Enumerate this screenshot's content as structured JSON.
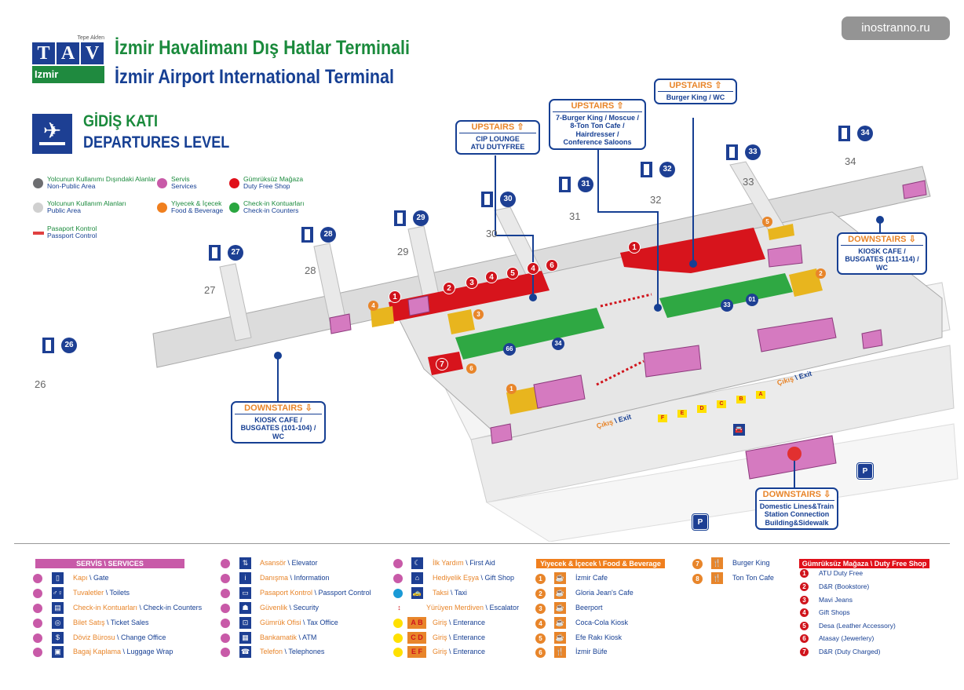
{
  "header": {
    "logo_brand": "TAV",
    "logo_city": "Izmir",
    "logo_tagline": "Tepe Akfen",
    "title_tr": "İzmir Havalimanı Dış Hatlar Terminali",
    "title_en": "İzmir Airport International Terminal",
    "level_tr": "GİDİŞ KATI",
    "level_en": "DEPARTURES LEVEL",
    "level_icon": "departing-plane-icon"
  },
  "watermark": "inostranno.ru",
  "area_legend": [
    {
      "tr": "Yolcunun Kullanımı Dışındaki Alanlar",
      "en": "Non-Public Area",
      "color": "#6d6e71"
    },
    {
      "tr": "Servis",
      "en": "Services",
      "color": "#c85aa8"
    },
    {
      "tr": "Gümrüksüz Mağaza",
      "en": "Duty Free Shop",
      "color": "#e0101a"
    },
    {
      "tr": "Yolcunun Kullanım Alanları",
      "en": "Public Area",
      "color": "#d0d0d0"
    },
    {
      "tr": "Yiyecek & İçecek",
      "en": "Food & Beverage",
      "color": "#f07f1e"
    },
    {
      "tr": "Check-in Kontuarları",
      "en": "Check-in Counters",
      "color": "#2aa640"
    },
    {
      "tr": "Pasaport Kontrol",
      "en": "Passport Control",
      "color": "#e04040"
    }
  ],
  "gates": [
    "26",
    "27",
    "28",
    "29",
    "30",
    "31",
    "32",
    "33",
    "34"
  ],
  "floor_numbers": [
    "26",
    "27",
    "28",
    "29",
    "30",
    "31",
    "32",
    "33",
    "34"
  ],
  "duty_free_markers": [
    "1",
    "2",
    "3",
    "4",
    "5",
    "4",
    "6",
    "1",
    "7"
  ],
  "fb_markers": [
    "4",
    "3",
    "5",
    "2",
    "1",
    "6"
  ],
  "counter_labels": [
    "66",
    "34",
    "33",
    "01"
  ],
  "callouts": [
    {
      "head": "UPSTAIRS",
      "lines": [
        "CIP LOUNGE",
        "ATU DUTYFREE"
      ]
    },
    {
      "head": "UPSTAIRS",
      "lines": [
        "7-Burger King / Moscue /",
        "8-Ton Ton Cafe / Hairdresser /",
        "Conference Saloons"
      ]
    },
    {
      "head": "UPSTAIRS",
      "lines": [
        "Burger King / WC"
      ]
    },
    {
      "head": "DOWNSTAIRS",
      "lines": [
        "KIOSK CAFE /",
        "BUSGATES (101-104) / WC"
      ]
    },
    {
      "head": "DOWNSTAIRS",
      "lines": [
        "KIOSK CAFE /",
        "BUSGATES (111-114) / WC"
      ]
    },
    {
      "head": "DOWNSTAIRS",
      "lines": [
        "Domestic Lines&Train",
        "Station Connection",
        "Building&Sidewalk"
      ]
    }
  ],
  "exits": [
    {
      "tr": "Çıkış",
      "en": "\\ Exit"
    },
    {
      "tr": "Çıkış",
      "en": "\\ Exit"
    }
  ],
  "entrance_letters": [
    "F",
    "E",
    "D",
    "C",
    "B",
    "A"
  ],
  "parking": [
    "P",
    "P"
  ],
  "services": {
    "header": "SERVİS \\ SERVICES",
    "items": [
      {
        "icon": "gate-icon",
        "glyph": "▯",
        "tr": "Kapı",
        "en": " \\ Gate",
        "dot": "#c85aa8"
      },
      {
        "icon": "toilets-icon",
        "glyph": "♂♀",
        "tr": "Tuvaletler",
        "en": " \\ Toilets",
        "dot": "#c85aa8"
      },
      {
        "icon": "check-in-icon",
        "glyph": "▤",
        "tr": "Check-in Kontuarları",
        "en": " \\ Check-in Counters",
        "dot": "#c85aa8"
      },
      {
        "icon": "ticket-icon",
        "glyph": "◎",
        "tr": "Bilet Satış",
        "en": " \\ Ticket Sales",
        "dot": "#c85aa8"
      },
      {
        "icon": "dollar-icon",
        "glyph": "$",
        "tr": "Döviz Bürosu",
        "en": " \\ Change Office",
        "dot": "#c85aa8"
      },
      {
        "icon": "luggage-icon",
        "glyph": "▣",
        "tr": "Bagaj Kaplama",
        "en": " \\ Luggage Wrap",
        "dot": "#c85aa8"
      },
      {
        "icon": "elevator-icon",
        "glyph": "⇅",
        "tr": "Asansör",
        "en": " \\ Elevator",
        "dot": "#c85aa8"
      },
      {
        "icon": "information-icon",
        "glyph": "i",
        "tr": "Danışma",
        "en": " \\ Information",
        "dot": "#c85aa8"
      },
      {
        "icon": "passport-icon",
        "glyph": "▭",
        "tr": "Pasaport Kontrol",
        "en": " \\ Passport Control",
        "dot": "#c85aa8"
      },
      {
        "icon": "security-icon",
        "glyph": "☗",
        "tr": "Güvenlik",
        "en": " \\ Security",
        "dot": "#c85aa8"
      },
      {
        "icon": "tax-office-icon",
        "glyph": "⊡",
        "tr": "Gümrük Ofisi",
        "en": " \\ Tax Office",
        "dot": "#c85aa8"
      },
      {
        "icon": "atm-icon",
        "glyph": "▦",
        "tr": "Bankamatik",
        "en": " \\ ATM",
        "dot": "#c85aa8"
      },
      {
        "icon": "telephone-icon",
        "glyph": "☎",
        "tr": "Telefon",
        "en": " \\ Telephones",
        "dot": "#c85aa8"
      },
      {
        "icon": "first-aid-icon",
        "glyph": "☾",
        "tr": "İlk Yardım",
        "en": " \\ First Aid",
        "dot": "#c85aa8"
      },
      {
        "icon": "gift-shop-icon",
        "glyph": "⌂",
        "tr": "Hediyelik Eşya",
        "en": " \\ Gift Shop",
        "dot": "#c85aa8"
      },
      {
        "icon": "taxi-icon",
        "glyph": "🚕",
        "tr": "Taksi",
        "en": " \\ Taxi",
        "dot": "#1a9ad6"
      },
      {
        "icon": "escalator-icon",
        "glyph": "↕",
        "tr": "Yürüyen Merdiven",
        "en": " \\ Escalator",
        "dot": ""
      },
      {
        "icon": "entrance-ab-icon",
        "glyph": "A B",
        "tr": "Giriş",
        "en": " \\ Enterance",
        "dot": "#ffe000"
      },
      {
        "icon": "entrance-cd-icon",
        "glyph": "C D",
        "tr": "Giriş",
        "en": " \\ Enterance",
        "dot": "#ffe000"
      },
      {
        "icon": "entrance-ef-icon",
        "glyph": "E F",
        "tr": "Giriş",
        "en": " \\ Enterance",
        "dot": "#ffe000"
      }
    ]
  },
  "food_beverage": {
    "header": "Yiyecek & İçecek \\ Food & Beverage",
    "items": [
      {
        "num": "1",
        "icon": "cafe-icon",
        "name": "İzmir Cafe"
      },
      {
        "num": "2",
        "icon": "cafe-icon",
        "name": "Gloria Jean's Cafe"
      },
      {
        "num": "3",
        "icon": "cafe-icon",
        "name": "Beerport"
      },
      {
        "num": "4",
        "icon": "cafe-icon",
        "name": "Coca-Cola Kiosk"
      },
      {
        "num": "5",
        "icon": "cafe-icon",
        "name": "Efe Rakı Kiosk"
      },
      {
        "num": "6",
        "icon": "restaurant-icon",
        "name": "İzmir Büfe"
      },
      {
        "num": "7",
        "icon": "restaurant-icon",
        "name": "Burger King"
      },
      {
        "num": "8",
        "icon": "restaurant-icon",
        "name": "Ton Ton Cafe"
      }
    ]
  },
  "duty_free": {
    "header": "Gümrüksüz Mağaza \\ Duty Free Shop",
    "items": [
      {
        "num": "1",
        "name": "ATU Duty Free"
      },
      {
        "num": "2",
        "name": "D&R (Bookstore)"
      },
      {
        "num": "3",
        "name": "Mavi Jeans"
      },
      {
        "num": "4",
        "name": "Gift Shops"
      },
      {
        "num": "5",
        "name": "Desa (Leather Accessory)"
      },
      {
        "num": "6",
        "name": "Atasay (Jewerlery)"
      },
      {
        "num": "7",
        "name": "D&R (Duty Charged)"
      }
    ]
  },
  "colors": {
    "blue": "#163f93",
    "green": "#1a8a3c",
    "orange": "#e8852a",
    "red": "#d0141c",
    "pink": "#c85aa8",
    "services_bar": "#c85aa8",
    "fb_bar": "#f07f1e",
    "df_bar": "#e0101a"
  }
}
